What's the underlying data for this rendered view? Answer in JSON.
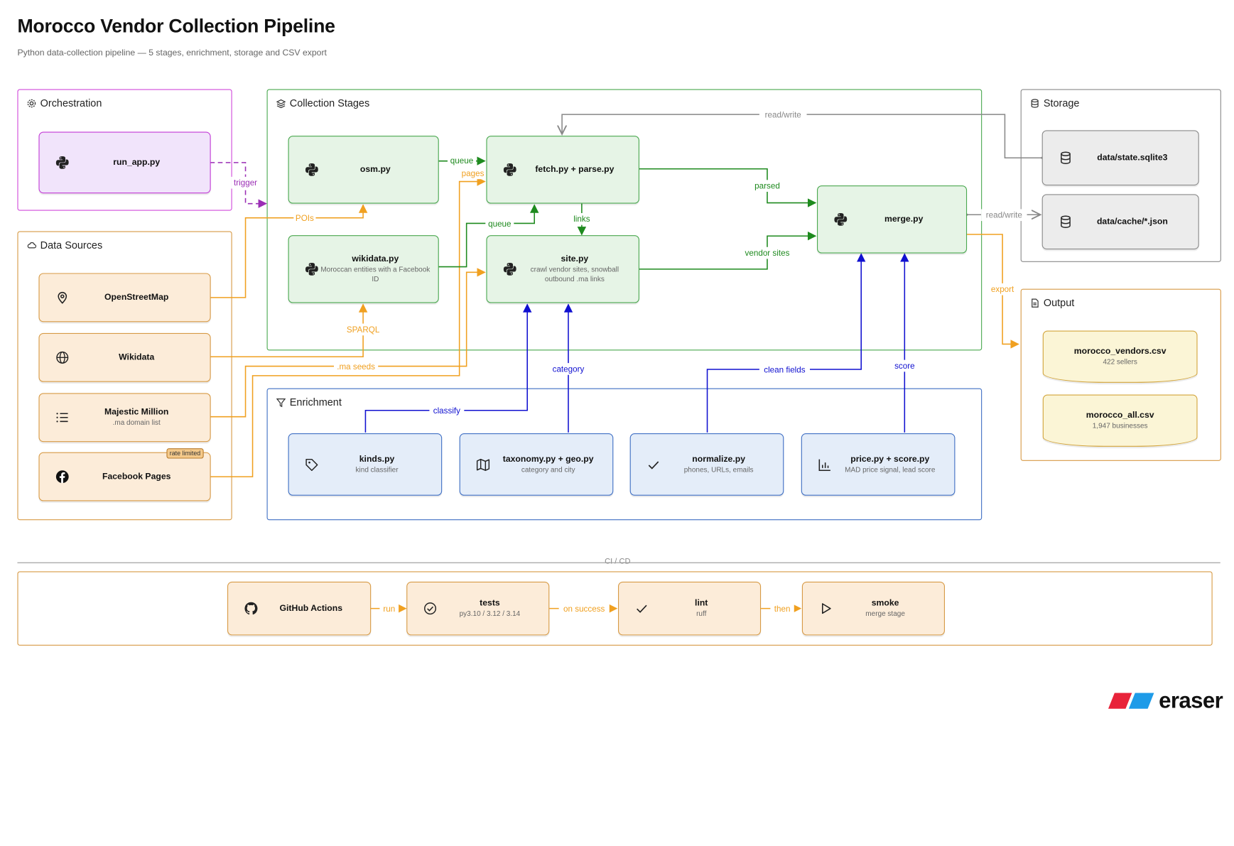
{
  "title": "Morocco Vendor Collection Pipeline",
  "subtitle": "Python data-collection pipeline — 5 stages, enrichment, storage and CSV export",
  "groups": {
    "orchestration": "Orchestration",
    "sources": "Data Sources",
    "collection": "Collection Stages",
    "enrichment": "Enrichment",
    "storage": "Storage",
    "output": "Output",
    "cicd": "CI / CD"
  },
  "nodes": {
    "run_app": {
      "name": "run_app.py"
    },
    "osm_src": {
      "name": "OpenStreetMap"
    },
    "wikidata_src": {
      "name": "Wikidata"
    },
    "majestic": {
      "name": "Majestic Million",
      "sub": ".ma domain list"
    },
    "facebook": {
      "name": "Facebook Pages",
      "badge": "rate limited"
    },
    "osm": {
      "name": "osm.py"
    },
    "wikidata": {
      "name": "wikidata.py",
      "sub": "Moroccan entities with a Facebook ID"
    },
    "fetch": {
      "name": "fetch.py + parse.py"
    },
    "site": {
      "name": "site.py",
      "sub": "crawl vendor sites, snowball outbound .ma links"
    },
    "merge": {
      "name": "merge.py"
    },
    "state": {
      "name": "data/state.sqlite3"
    },
    "cache": {
      "name": "data/cache/*.json"
    },
    "vendors_csv": {
      "name": "morocco_vendors.csv",
      "sub": "422 sellers"
    },
    "all_csv": {
      "name": "morocco_all.csv",
      "sub": "1,947 businesses"
    },
    "kinds": {
      "name": "kinds.py",
      "sub": "kind classifier"
    },
    "taxonomy": {
      "name": "taxonomy.py + geo.py",
      "sub": "category and city"
    },
    "normalize": {
      "name": "normalize.py",
      "sub": "phones, URLs, emails"
    },
    "price": {
      "name": "price.py + score.py",
      "sub": "MAD price signal, lead score"
    },
    "gha": {
      "name": "GitHub Actions"
    },
    "tests": {
      "name": "tests",
      "sub": "py3.10 / 3.12 / 3.14"
    },
    "lint": {
      "name": "lint",
      "sub": "ruff"
    },
    "smoke": {
      "name": "smoke",
      "sub": "merge stage"
    }
  },
  "edges": {
    "trigger": "trigger",
    "pois": "POIs",
    "sparql": "SPARQL",
    "ma_seeds": ".ma seeds",
    "pages": "pages",
    "queue1": "queue",
    "queue2": "queue",
    "links": "links",
    "parsed": "parsed",
    "vendor_sites": "vendor sites",
    "read_write1": "read/write",
    "read_write2": "read/write",
    "export": "export",
    "classify": "classify",
    "category": "category",
    "clean_fields": "clean fields",
    "score": "score",
    "run": "run",
    "on_success": "on success",
    "then": "then"
  },
  "colors": {
    "purple": "#9b2fb5",
    "orange": "#f0a020",
    "green": "#1e8a1e",
    "blue": "#1010d0",
    "gray": "#888888"
  },
  "logo": "eraser"
}
